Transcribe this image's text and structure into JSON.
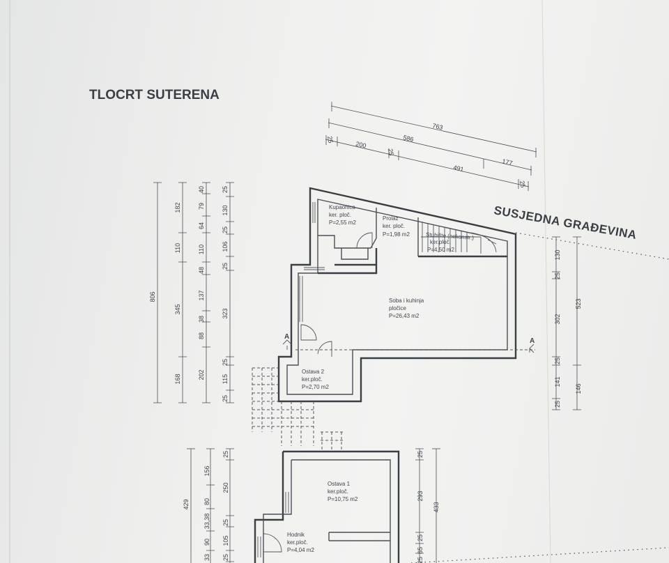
{
  "drawing": {
    "title": "TLOCRT SUTERENA",
    "neighbor_label": "SUSJEDNA GRAĐEVINA",
    "section_mark": "A"
  },
  "rooms": {
    "kupaonica": {
      "name": "Kupaonica",
      "finish": "ker. ploč.",
      "area": "P=2,55 m2"
    },
    "prolaz": {
      "name": "Prolaz",
      "finish": "ker. ploč.",
      "area": "P=1,98 m2"
    },
    "stubiste": {
      "name": "Stubište (nekonstr.)",
      "finish": "ker.ploč.",
      "area": "P=4,50 m2"
    },
    "soba": {
      "name": "Soba i kuhinja",
      "finish": "pločice",
      "area": "P=26,43 m2"
    },
    "ostava2": {
      "name": "Ostava 2",
      "finish": "ker.ploč.",
      "area": "P=2,70 m2"
    },
    "ostava1": {
      "name": "Ostava 1",
      "finish": "ker.ploč.",
      "area": "P=10,75 m2"
    },
    "hodnik": {
      "name": "Hodnik",
      "finish": "ker.ploč.",
      "area": "P=4,04 m2"
    }
  },
  "dims": {
    "top": {
      "total": "763",
      "d586": "586",
      "d177": "177",
      "d25a": "25",
      "d200": "200",
      "d25b": "25",
      "d491": "491",
      "d25c": "25"
    },
    "left_outer": "806",
    "left_col2": {
      "a": "182",
      "b": "110",
      "c": "345",
      "d": "168"
    },
    "left_col3": {
      "a": "40",
      "b": "79",
      "c": "64",
      "d": "110",
      "e": "48",
      "f": "137",
      "g": "38",
      "h": "88",
      "i": "202"
    },
    "left_col4": {
      "a": "25",
      "b": "130",
      "c": "25",
      "d": "106",
      "e": "25",
      "f": "323",
      "g": "25",
      "h": "115",
      "i": "25"
    },
    "right_col1": {
      "a": "130",
      "b": "25",
      "c": "302",
      "d": "25",
      "e": "141",
      "f": "25"
    },
    "right_col2": {
      "a": "523",
      "b": "146"
    },
    "lower_left_outer": "429",
    "lower_left_col2": {
      "a": "156",
      "b": "80",
      "c": "33,38",
      "d": "90",
      "e": "33"
    },
    "lower_left_col3": {
      "a": "25",
      "b": "250",
      "c": "25",
      "d": "105",
      "e": "25"
    },
    "lower_right": {
      "a": "25",
      "b": "293",
      "c": "433",
      "d": "25",
      "e": "65",
      "f": "25"
    }
  }
}
